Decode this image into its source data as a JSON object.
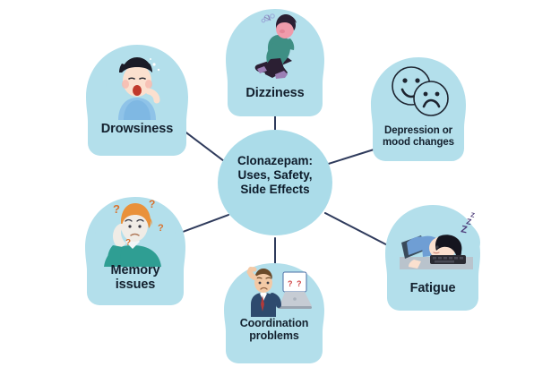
{
  "diagram": {
    "type": "radial-mind-map",
    "background_color": "#ffffff",
    "node_fill_color": "#b3dfeb",
    "center_fill_color": "#abdce9",
    "connector_color": "#2f3b5c",
    "label_color": "#13202e",
    "center": {
      "title_lines": [
        "Clonazepam:",
        "Uses, Safety,",
        "Side Effects"
      ],
      "line1": "Clonazepam:",
      "line2": "Uses, Safety,",
      "line3": "Side Effects"
    },
    "nodes": [
      {
        "id": "drowsiness",
        "label": "Drowsiness",
        "label_line1": "Drowsiness",
        "label_line2": "",
        "icon": "yawning-person-illustration",
        "position": "top-left"
      },
      {
        "id": "dizziness",
        "label": "Dizziness",
        "label_line1": "Dizziness",
        "label_line2": "",
        "icon": "crouching-dizzy-person-illustration",
        "position": "top-center"
      },
      {
        "id": "depression",
        "label": "Depression or mood changes",
        "label_line1": "Depression or",
        "label_line2": "mood changes",
        "icon": "happy-sad-faces-illustration",
        "position": "top-right"
      },
      {
        "id": "fatigue",
        "label": "Fatigue",
        "label_line1": "Fatigue",
        "label_line2": "",
        "icon": "sleeping-at-keyboard-illustration",
        "position": "bottom-right"
      },
      {
        "id": "coordination",
        "label": "Coordination problems",
        "label_line1": "Coordination",
        "label_line2": "problems",
        "icon": "confused-man-laptop-illustration",
        "position": "bottom-center"
      },
      {
        "id": "memory",
        "label": "Memory issues",
        "label_line1": "Memory",
        "label_line2": "issues",
        "icon": "forgetful-person-question-marks-illustration",
        "position": "bottom-left"
      }
    ]
  }
}
